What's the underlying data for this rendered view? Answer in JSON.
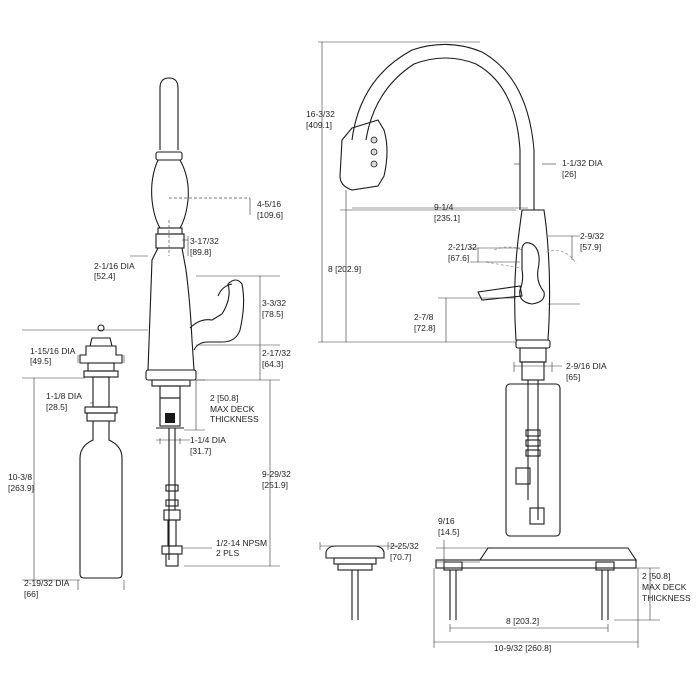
{
  "dimensions": {
    "soap_cap_dia": {
      "imperial": "1-15/16  DIA",
      "metric": "[49.5]"
    },
    "soap_neck_dia": {
      "imperial": "1-1/8  DIA",
      "metric": "[28.5]"
    },
    "soap_height": {
      "imperial": "10-3/8",
      "metric": "[263.9]"
    },
    "soap_bottle_dia": {
      "imperial": "2-19/32  DIA",
      "metric": "[66]"
    },
    "side_reach": {
      "imperial": "4-5/16",
      "metric": "[109.6]"
    },
    "side_spout_offset": {
      "imperial": "3-17/32",
      "metric": "[89.8]"
    },
    "side_body_dia": {
      "imperial": "2-1/16  DIA",
      "metric": "[52.4]"
    },
    "side_handle_h": {
      "imperial": "3-3/32",
      "metric": "[78.5]"
    },
    "side_handle_base": {
      "imperial": "2-17/32",
      "metric": "[64.3]"
    },
    "max_deck_side": {
      "imperial": "2  [50.8]",
      "line2": "MAX DECK",
      "line3": "THICKNESS"
    },
    "shank_dia": {
      "imperial": "1-1/4  DIA",
      "metric": "[31.7]"
    },
    "below_deck": {
      "imperial": "9-29/32",
      "metric": "[251.9]"
    },
    "npsm": {
      "imperial": "1/2-14  NPSM",
      "metric": "2  PLS"
    },
    "total_height": {
      "imperial": "16-3/32",
      "metric": "[409.1]"
    },
    "spray_head_dia": {
      "imperial": "1-1/32  DIA",
      "metric": "[26]"
    },
    "spout_reach": {
      "imperial": "9-1/4",
      "metric": "[235.1]"
    },
    "spout_height": {
      "imperial": "8  [202.9]"
    },
    "front_handle_w": {
      "imperial": "2-9/32",
      "metric": "[57.9]"
    },
    "front_handle_h": {
      "imperial": "2-21/32",
      "metric": "[67.6]"
    },
    "handle_top": {
      "imperial": "2-7/8",
      "metric": "[72.8]"
    },
    "base_dia": {
      "imperial": "2-9/16  DIA",
      "metric": "[65]"
    },
    "plate_thick": {
      "imperial": "9/16",
      "metric": "[14.5]"
    },
    "cap_dia": {
      "imperial": "2-25/32",
      "metric": "[70.7]"
    },
    "max_deck_plate": {
      "imperial": "2  [50.8]",
      "line2": "MAX DECK",
      "line3": "THICKNESS"
    },
    "center_spacing": {
      "imperial": "8  [203.2]"
    },
    "plate_width": {
      "imperial": "10-9/32  [260.8]"
    }
  }
}
